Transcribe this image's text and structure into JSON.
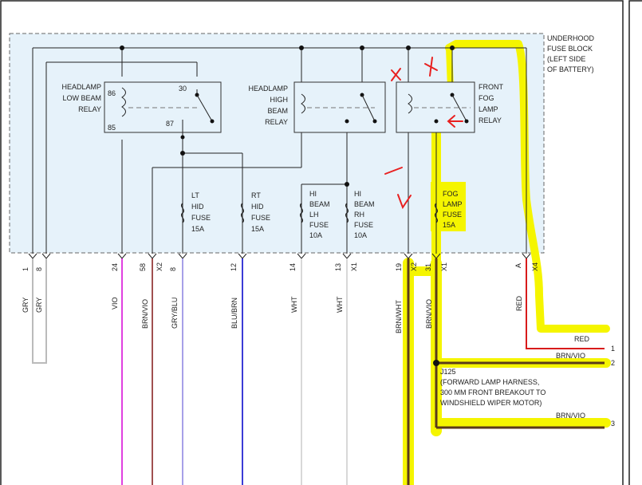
{
  "fuse_block": {
    "title": [
      "UNDERHOOD",
      "FUSE BLOCK",
      "(LEFT SIDE",
      "OF BATTERY)"
    ]
  },
  "relays": {
    "low_beam": {
      "label": [
        "HEADLAMP",
        "LOW BEAM",
        "RELAY"
      ],
      "pins": {
        "p86": "86",
        "p30": "30",
        "p85": "85",
        "p87": "87"
      }
    },
    "high_beam": {
      "label": [
        "HEADLAMP",
        "HIGH",
        "BEAM",
        "RELAY"
      ]
    },
    "fog": {
      "label": [
        "FRONT",
        "FOG",
        "LAMP",
        "RELAY"
      ]
    }
  },
  "fuses": {
    "lt_hid": [
      "LT",
      "HID",
      "FUSE",
      "15A"
    ],
    "rt_hid": [
      "RT",
      "HID",
      "FUSE",
      "15A"
    ],
    "hi_beam_lh": [
      "HI",
      "BEAM",
      "LH",
      "FUSE",
      "10A"
    ],
    "hi_beam_rh": [
      "HI",
      "BEAM",
      "RH",
      "FUSE",
      "10A"
    ],
    "fog": [
      "FOG",
      "LAMP",
      "FUSE",
      "15A"
    ]
  },
  "connector_pins": {
    "p1": "1",
    "p8a": "8",
    "p24": "24",
    "p58": "58",
    "x2a": "X2",
    "p8b": "8",
    "p12": "12",
    "p14": "14",
    "p13": "13",
    "x1a": "X1",
    "p19": "19",
    "x2b": "X2",
    "p31": "31",
    "x1b": "X1",
    "pa": "A",
    "x4": "X4"
  },
  "wires": {
    "gry1": "GRY",
    "gry2": "GRY",
    "vio": "VIO",
    "brn_vio1": "BRN/VIO",
    "gry_blu": "GRY/BLU",
    "blu_brn": "BLU/BRN",
    "wht1": "WHT",
    "wht2": "WHT",
    "brn_wht": "BRN/WHT",
    "brn_vio2": "BRN/VIO",
    "red": "RED"
  },
  "harness": {
    "red_label": "RED",
    "brn_vio_label_a": "BRN/VIO",
    "splice_lines": [
      "J125",
      "(FORWARD LAMP HARNESS,",
      "300 MM FRONT BREAKOUT TO",
      "WINDSHIELD WIPER MOTOR)"
    ],
    "brn_vio_label_b": "BRN/VIO",
    "out1": "1",
    "out2": "2",
    "out3": "3"
  },
  "colors": {
    "highlight": "#f5f500",
    "vio": "#e040e0",
    "brn_vio": "#a05050",
    "gry_blu": "#a7a0e8",
    "blu_brn": "#3b3bd6",
    "red": "#d81b1b",
    "annotation": "#e82020"
  }
}
